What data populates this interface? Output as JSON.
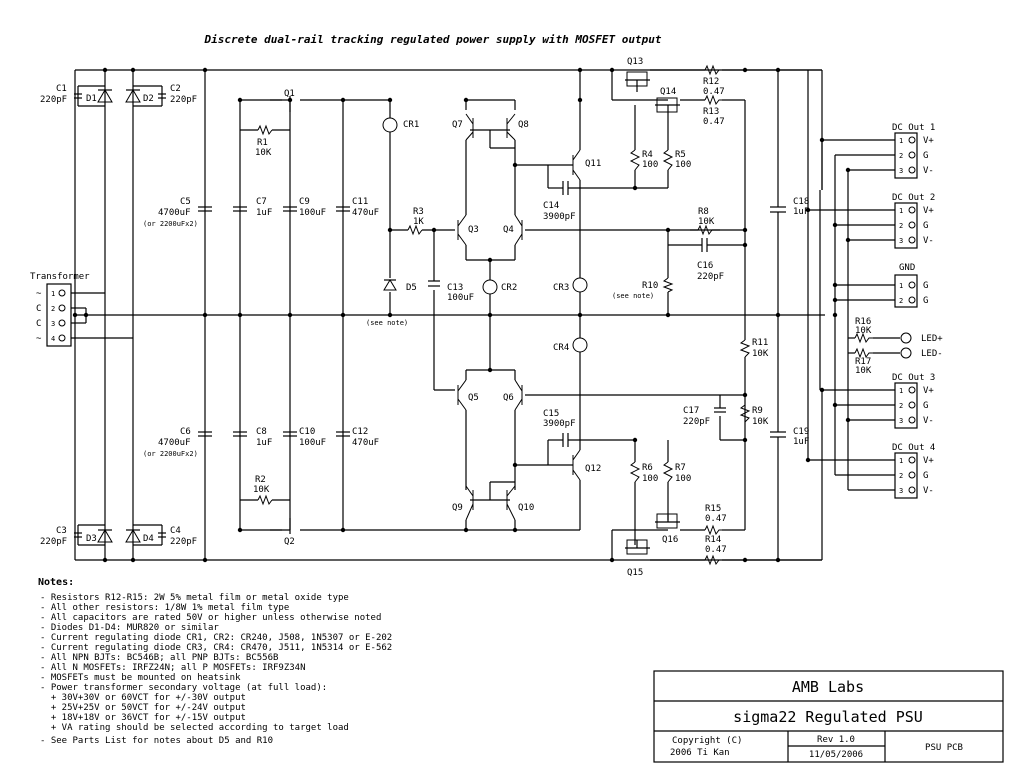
{
  "title": "Discrete dual-rail tracking regulated power supply with MOSFET output",
  "components": {
    "C1": {
      "ref": "C1",
      "value": "220pF"
    },
    "C2": {
      "ref": "C2",
      "value": "220pF"
    },
    "C3": {
      "ref": "C3",
      "value": "220pF"
    },
    "C4": {
      "ref": "C4",
      "value": "220pF"
    },
    "D1": "D1",
    "D2": "D2",
    "D3": "D3",
    "D4": "D4",
    "D5": "D5",
    "C5": {
      "ref": "C5",
      "value": "4700uF",
      "note": "(or 2200uFx2)"
    },
    "C6": {
      "ref": "C6",
      "value": "4700uF",
      "note": "(or 2200uFx2)"
    },
    "C7": {
      "ref": "C7",
      "value": "1uF"
    },
    "C8": {
      "ref": "C8",
      "value": "1uF"
    },
    "C9": {
      "ref": "C9",
      "value": "100uF"
    },
    "C10": {
      "ref": "C10",
      "value": "100uF"
    },
    "C11": {
      "ref": "C11",
      "value": "470uF"
    },
    "C12": {
      "ref": "C12",
      "value": "470uF"
    },
    "C13": {
      "ref": "C13",
      "value": "100uF"
    },
    "C14": {
      "ref": "C14",
      "value": "3900pF"
    },
    "C15": {
      "ref": "C15",
      "value": "3900pF"
    },
    "C16": {
      "ref": "C16",
      "value": "220pF"
    },
    "C17": {
      "ref": "C17",
      "value": "220pF"
    },
    "C18": {
      "ref": "C18",
      "value": "1uF"
    },
    "C19": {
      "ref": "C19",
      "value": "1uF"
    },
    "R1": {
      "ref": "R1",
      "value": "10K"
    },
    "R2": {
      "ref": "R2",
      "value": "10K"
    },
    "R3": {
      "ref": "R3",
      "value": "1K"
    },
    "R4": {
      "ref": "R4",
      "value": "100"
    },
    "R5": {
      "ref": "R5",
      "value": "100"
    },
    "R6": {
      "ref": "R6",
      "value": "100"
    },
    "R7": {
      "ref": "R7",
      "value": "100"
    },
    "R8": {
      "ref": "R8",
      "value": "10K"
    },
    "R9": {
      "ref": "R9",
      "value": "10K"
    },
    "R10": {
      "ref": "R10",
      "note": "(see note)"
    },
    "R11": {
      "ref": "R11",
      "value": "10K"
    },
    "R12": {
      "ref": "R12",
      "value": "0.47"
    },
    "R13": {
      "ref": "R13",
      "value": "0.47"
    },
    "R14": {
      "ref": "R14",
      "value": "0.47"
    },
    "R15": {
      "ref": "R15",
      "value": "0.47"
    },
    "R16": {
      "ref": "R16",
      "value": "10K"
    },
    "R17": {
      "ref": "R17",
      "value": "10K"
    },
    "Q1": "Q1",
    "Q2": "Q2",
    "Q3": "Q3",
    "Q4": "Q4",
    "Q5": "Q5",
    "Q6": "Q6",
    "Q7": "Q7",
    "Q8": "Q8",
    "Q9": "Q9",
    "Q10": "Q10",
    "Q11": "Q11",
    "Q12": "Q12",
    "Q13": "Q13",
    "Q14": "Q14",
    "Q15": "Q15",
    "Q16": "Q16",
    "CR1": "CR1",
    "CR2": "CR2",
    "CR3": "CR3",
    "CR4": "CR4",
    "D5_note": "(see note)"
  },
  "transformer": {
    "label": "Transformer",
    "pins": [
      "1",
      "2",
      "3",
      "4"
    ],
    "pin_symbols": [
      "~",
      "C",
      "C",
      "~"
    ]
  },
  "connectors": {
    "dc_out_1": {
      "label": "DC Out 1",
      "pins": [
        "1",
        "2",
        "3"
      ],
      "signals": [
        "V+",
        "G",
        "V-"
      ]
    },
    "dc_out_2": {
      "label": "DC Out 2",
      "pins": [
        "1",
        "2",
        "3"
      ],
      "signals": [
        "V+",
        "G",
        "V-"
      ]
    },
    "gnd": {
      "label": "GND",
      "pins": [
        "1",
        "2"
      ],
      "signals": [
        "G",
        "G"
      ]
    },
    "dc_out_3": {
      "label": "DC Out 3",
      "pins": [
        "1",
        "2",
        "3"
      ],
      "signals": [
        "V+",
        "G",
        "V-"
      ]
    },
    "dc_out_4": {
      "label": "DC Out 4",
      "pins": [
        "1",
        "2",
        "3"
      ],
      "signals": [
        "V+",
        "G",
        "V-"
      ]
    },
    "led_plus": "LED+",
    "led_minus": "LED-"
  },
  "notes": {
    "heading": "Notes:",
    "items": [
      "- Resistors R12-R15: 2W 5% metal film or metal oxide type",
      "- All other resistors: 1/8W 1% metal film type",
      "- All capacitors are rated 50V or higher unless otherwise noted",
      "- Diodes D1-D4: MUR820 or similar",
      "- Current regulating diode CR1, CR2: CR240, J508, 1N5307 or E-202",
      "- Current regulating diode CR3, CR4: CR470, J511, 1N5314 or E-562",
      "- All NPN BJTs: BC546B; all PNP BJTs: BC556B",
      "- All N MOSFETs: IRFZ24N; all P MOSFETs: IRF9Z34N",
      "- MOSFETs must be mounted on heatsink",
      "- Power transformer secondary voltage (at full load):",
      "  + 30V+30V or 60VCT for +/-30V output",
      "  + 25V+25V or 50VCT for +/-24V output",
      "  + 18V+18V or 36VCT for +/-15V output",
      "  + VA rating should be selected according to target load",
      "- See Parts List for notes about D5 and R10"
    ]
  },
  "title_block": {
    "company": "AMB Labs",
    "project": "sigma22 Regulated PSU",
    "copyright_line1": "Copyright (C)",
    "copyright_line2": "2006 Ti Kan",
    "rev": "Rev 1.0",
    "date": "11/05/2006",
    "sheet": "PSU PCB"
  }
}
